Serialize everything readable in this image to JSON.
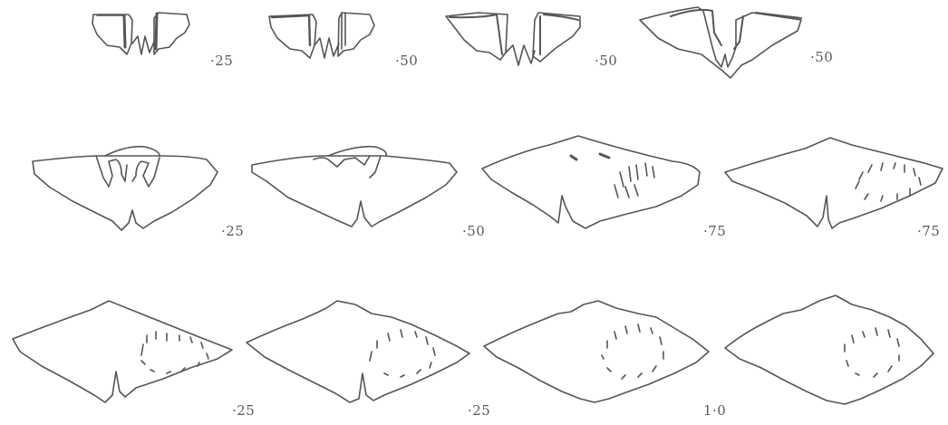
{
  "figure": {
    "row1": [
      "·25",
      "·50",
      "·50",
      "·50"
    ],
    "row2": [
      "·25",
      "·50",
      "·75",
      "·75"
    ],
    "row3": [
      "·25",
      "·25",
      "1·0"
    ]
  }
}
